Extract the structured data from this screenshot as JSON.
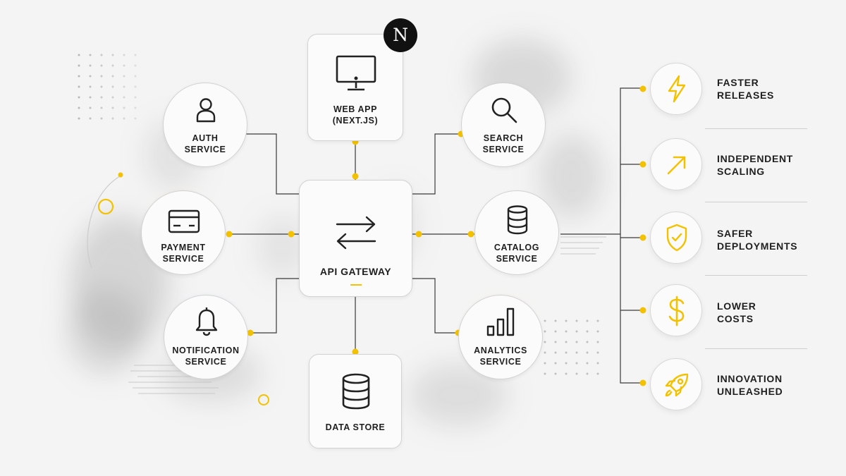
{
  "colors": {
    "accent": "#f2c200",
    "line": "#3a3a3a",
    "node_border": "#d2d2d2"
  },
  "gateway": {
    "label": "API GATEWAY",
    "icon": "arrows-exchange-icon"
  },
  "web_app": {
    "line1": "WEB APP",
    "line2": "(NEXT.JS)",
    "icon": "monitor-icon",
    "badge": "N"
  },
  "data_store": {
    "label": "DATA STORE",
    "icon": "database-icon"
  },
  "services": {
    "auth": {
      "line1": "AUTH",
      "line2": "SERVICE",
      "icon": "user-icon"
    },
    "payment": {
      "line1": "PAYMENT",
      "line2": "SERVICE",
      "icon": "credit-card-icon"
    },
    "notification": {
      "line1": "NOTIFICATION",
      "line2": "SERVICE",
      "icon": "bell-icon"
    },
    "search": {
      "line1": "SEARCH",
      "line2": "SERVICE",
      "icon": "magnifier-icon"
    },
    "catalog": {
      "line1": "CATALOG",
      "line2": "SERVICE",
      "icon": "database-icon"
    },
    "analytics": {
      "line1": "ANALYTICS",
      "line2": "SERVICE",
      "icon": "bar-chart-icon"
    }
  },
  "benefits": [
    {
      "line1": "FASTER",
      "line2": "RELEASES",
      "icon": "lightning-icon"
    },
    {
      "line1": "INDEPENDENT",
      "line2": "SCALING",
      "icon": "arrow-up-right-icon"
    },
    {
      "line1": "SAFER",
      "line2": "DEPLOYMENTS",
      "icon": "shield-check-icon"
    },
    {
      "line1": "LOWER",
      "line2": "COSTS",
      "icon": "dollar-icon"
    },
    {
      "line1": "INNOVATION",
      "line2": "UNLEASHED",
      "icon": "rocket-icon"
    }
  ]
}
